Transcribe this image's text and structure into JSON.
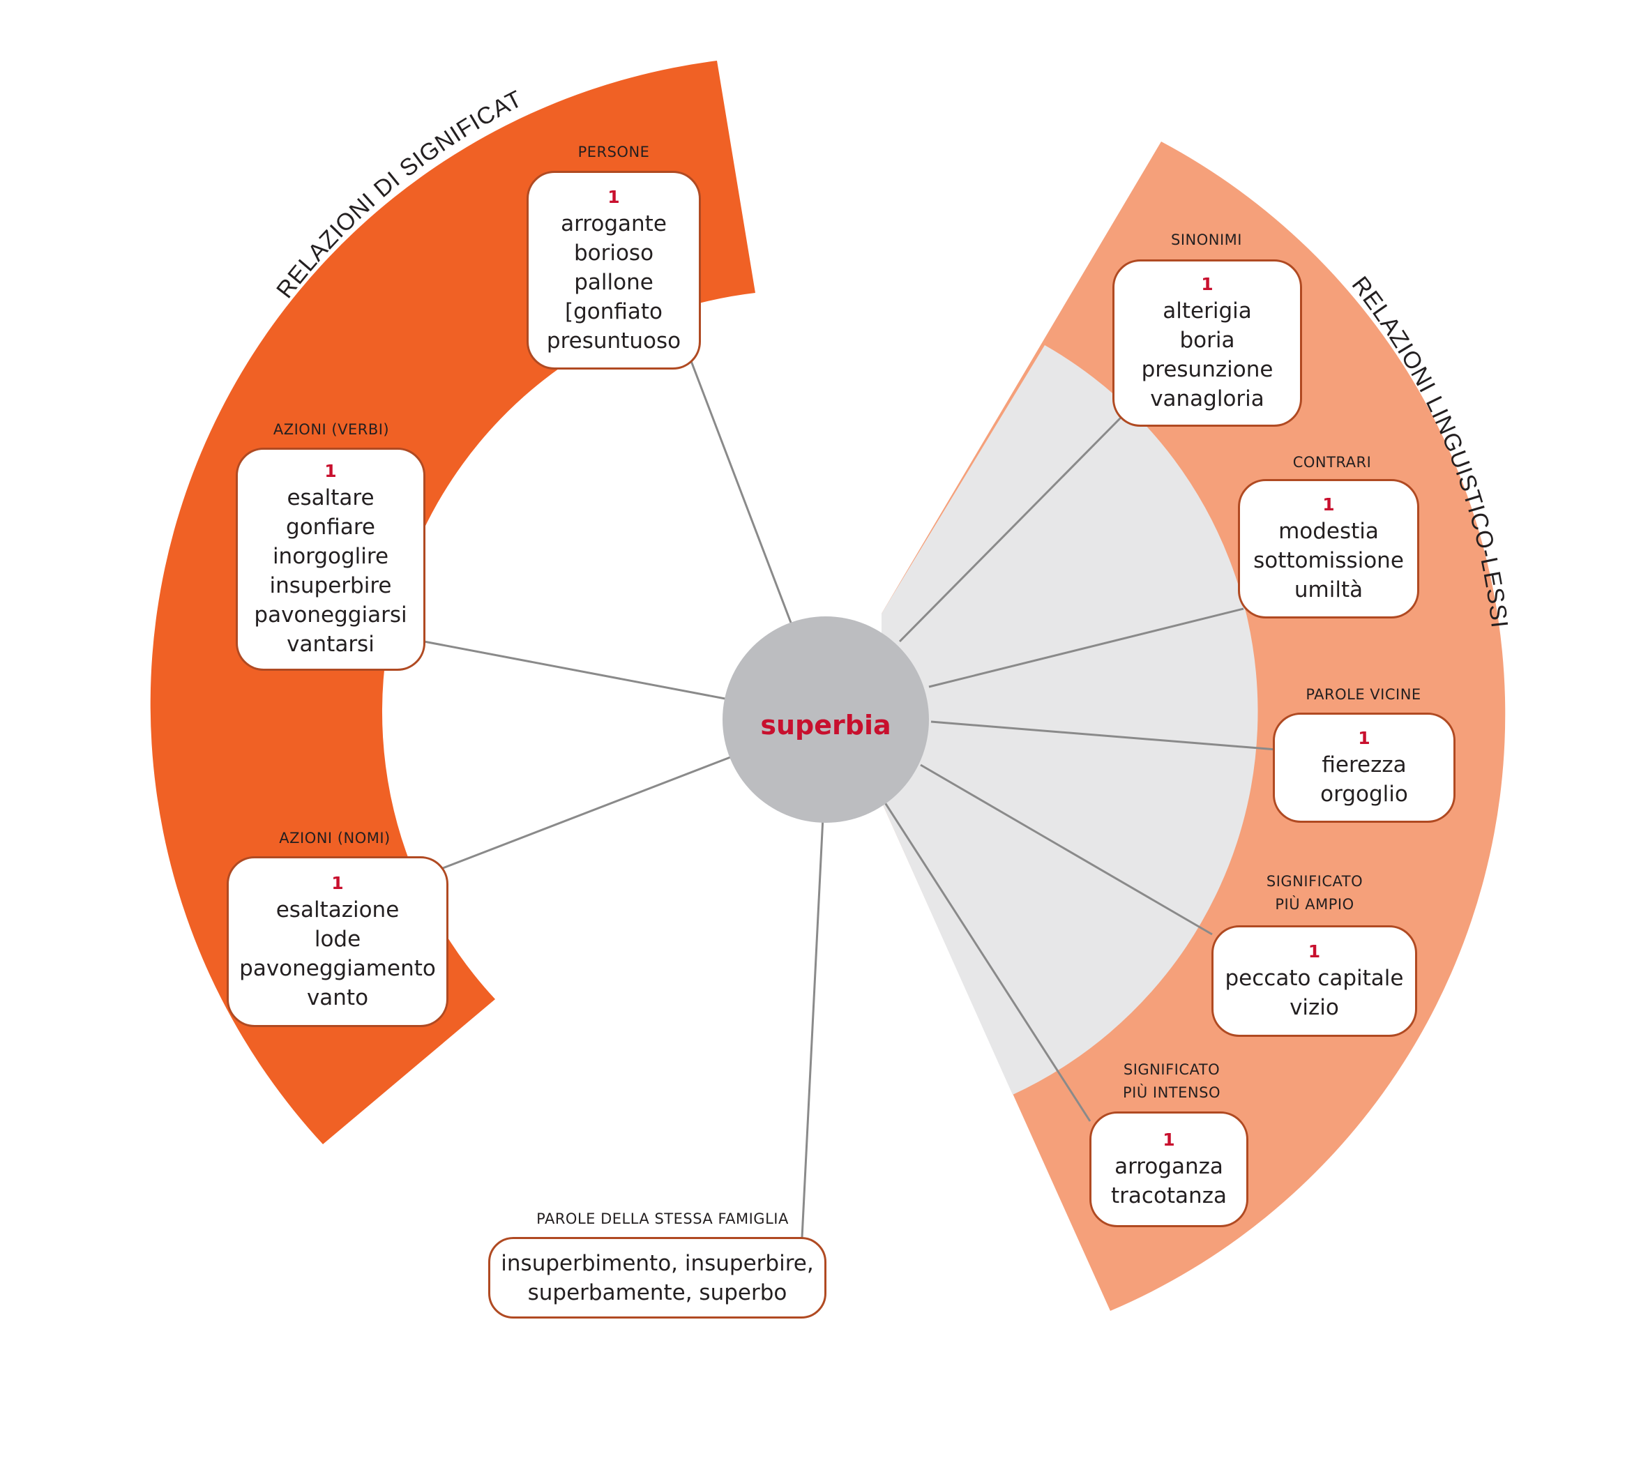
{
  "center": {
    "word": "superbia"
  },
  "colors": {
    "left_band": "#f06125",
    "right_band": "#f5a07a",
    "inner_gray": "#e7e7e8",
    "hub": "#bcbdc0",
    "connector": "#8a8a8a",
    "box_border": "#b04a22",
    "accent_red": "#c8102e"
  },
  "left_band": {
    "label": "RELAZIONI DI SIGNIFICATO",
    "groups": [
      {
        "category": "PERSONE",
        "number": "1",
        "words": "arrogante\nborioso\npallone\n   [gonfiato\npresuntuoso"
      },
      {
        "category": "AZIONI (VERBI)",
        "number": "1",
        "words": "esaltare\ngonfiare\ninorgoglire\ninsuperbire\npavoneggiarsi\nvantarsi"
      },
      {
        "category": "AZIONI (NOMI)",
        "number": "1",
        "words": "esaltazione\nlode\npavoneggiamento\nvanto"
      }
    ]
  },
  "right_band": {
    "label": "RELAZIONI LINGUISTICO-LESSICALI",
    "groups": [
      {
        "category": "SINONIMI",
        "number": "1",
        "words": "alterigia\nboria\npresunzione\nvanagloria"
      },
      {
        "category": "CONTRARI",
        "number": "1",
        "words": "modestia\nsottomissione\numiltà"
      },
      {
        "category": "PAROLE VICINE",
        "number": "1",
        "words": "fierezza\norgoglio"
      },
      {
        "category": "SIGNIFICATO\nPIÙ AMPIO",
        "number": "1",
        "words": "peccato capitale\nvizio"
      },
      {
        "category": "SIGNIFICATO\nPIÙ INTENSO",
        "number": "1",
        "words": "arroganza\ntracotanza"
      }
    ]
  },
  "family": {
    "category": "PAROLE DELLA STESSA FAMIGLIA",
    "words": "insuperbimento, insuperbire,\nsuperbamente, superbo"
  }
}
